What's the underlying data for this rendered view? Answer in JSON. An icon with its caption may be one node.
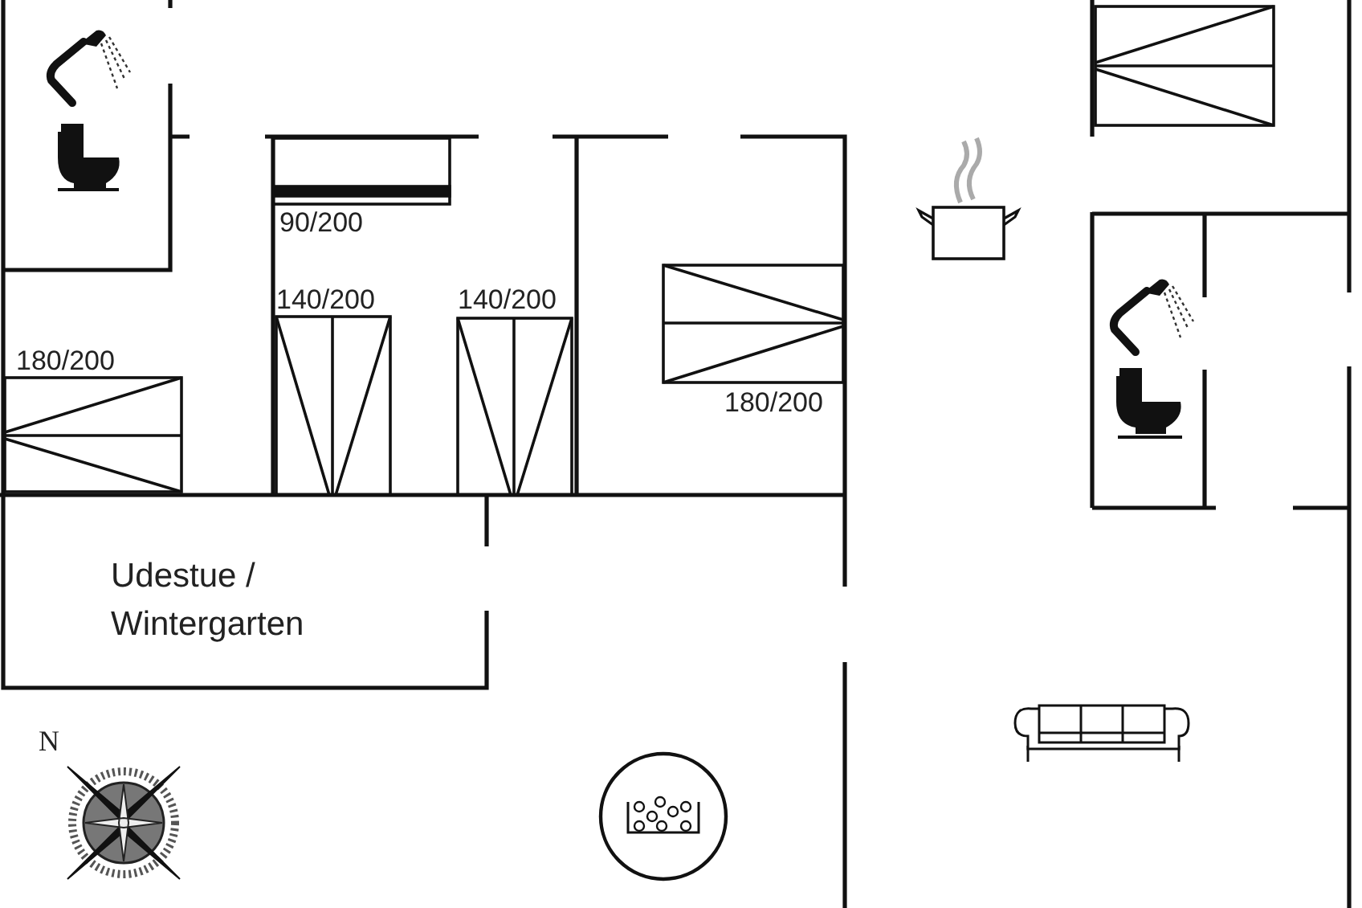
{
  "diagram": {
    "labels": [
      "90/200",
      "140/200",
      "140/200",
      "180/200",
      "180/200",
      "Udestue / Wintergarten",
      "N"
    ]
  }
}
